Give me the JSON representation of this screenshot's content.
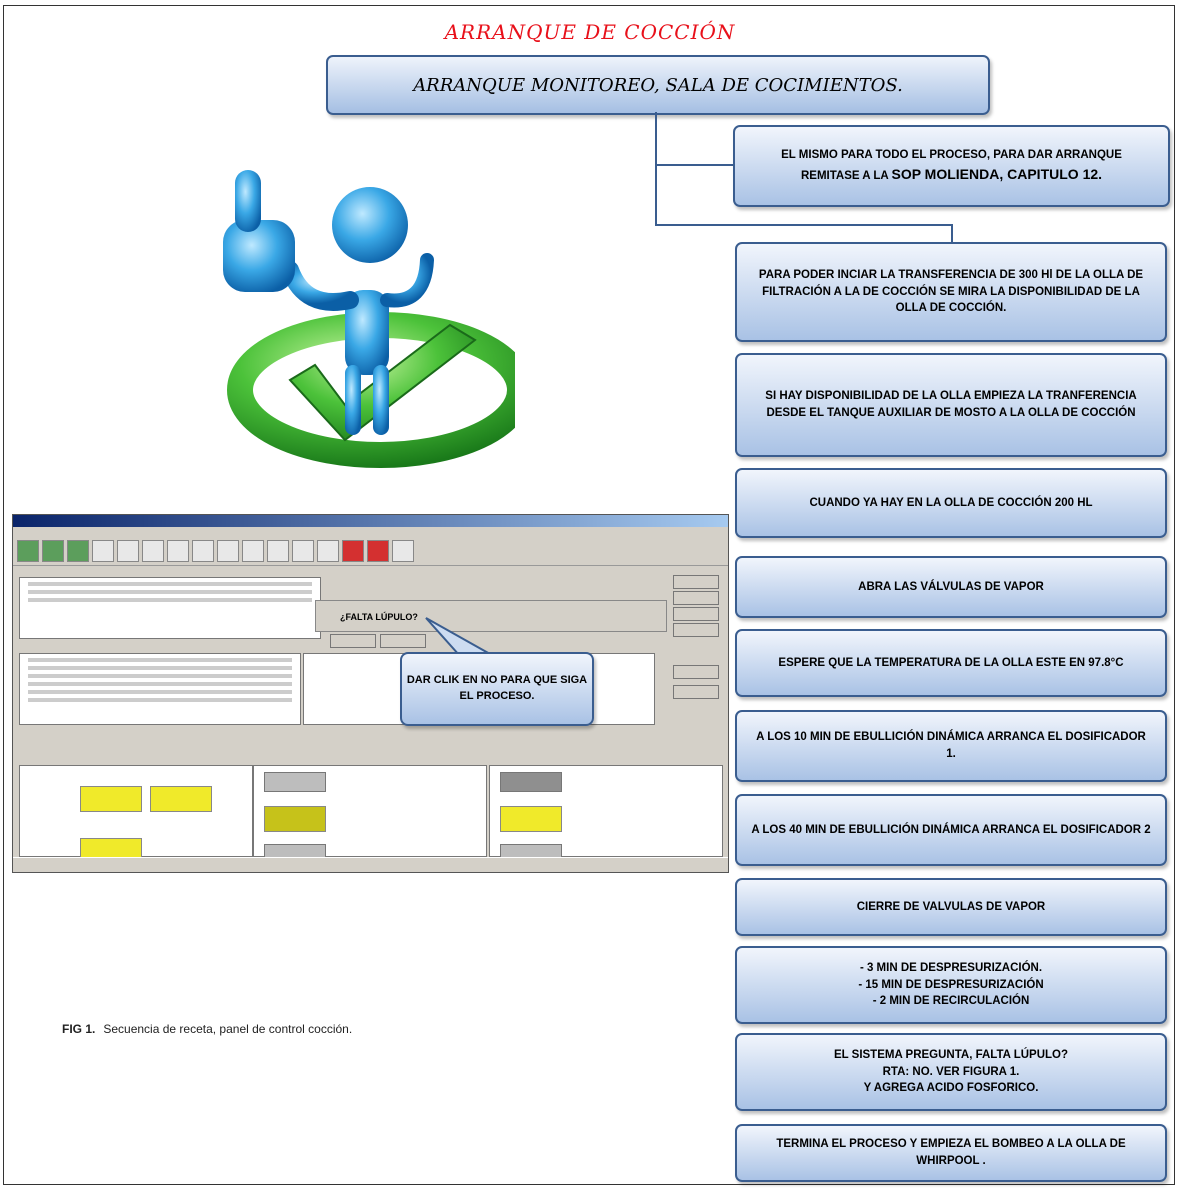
{
  "title": "ARRANQUE DE COCCIÓN",
  "header_box": "ARRANQUE MONITOREO, SALA DE COCIMIENTOS.",
  "steps": [
    {
      "line1": "EL MISMO PARA TODO EL PROCESO, PARA DAR ARRANQUE",
      "line2_prefix": "REMITASE A LA ",
      "line2_emph": "SOP MOLIENDA, CAPITULO 12."
    },
    {
      "text": "PARA PODER INCIAR LA TRANSFERENCIA  DE 300 Hl DE LA OLLA DE FILTRACIÓN A LA DE COCCIÓN SE MIRA LA DISPONIBILIDAD DE LA OLLA DE COCCIÓN."
    },
    {
      "text": "SI HAY DISPONIBILIDAD  DE LA OLLA EMPIEZA LA TRANFERENCIA DESDE EL TANQUE AUXILIAR DE MOSTO A LA OLLA DE COCCIÓN"
    },
    {
      "text": "CUANDO YA HAY EN LA OLLA DE COCCIÓN  200 HL"
    },
    {
      "text": "ABRA  LAS VÁLVULAS  DE VAPOR"
    },
    {
      "text": "ESPERE  QUE LA TEMPERATURA DE LA OLLA ESTE EN 97.8°C"
    },
    {
      "text": "A LOS 10 MIN DE EBULLICIÓN DINÁMICA ARRANCA  EL DOSIFICADOR  1."
    },
    {
      "text": "A LOS 40 MIN DE EBULLICIÓN DINÁMICA ARRANCA EL DOSIFICADOR  2"
    },
    {
      "text": "CIERRE DE VALVULAS  DE VAPOR"
    },
    {
      "l1": "- 3 MIN DE DESPRESURIZACIÓN.",
      "l2": "- 15 MIN DE DESPRESURIZACIÓN",
      "l3": "- 2 MIN DE RECIRCULACIÓN"
    },
    {
      "l1": "EL SISTEMA PREGUNTA, FALTA LÚPULO?",
      "l2": "RTA: NO. VER FIGURA  1.",
      "l3": "Y AGREGA ACIDO FOSFORICO."
    },
    {
      "text": "TERMINA EL PROCESO  Y EMPIEZA EL BOMBEO A LA OLLA DE WHIRPOOL ."
    }
  ],
  "screenshot": {
    "dialog_question": "¿FALTA LÚPULO?"
  },
  "callout": "DAR CLIK EN NO PARA QUE SIGA EL PROCESO.",
  "caption": {
    "label": "FIG 1.",
    "text": "Secuencia de receta, panel de control cocción."
  }
}
